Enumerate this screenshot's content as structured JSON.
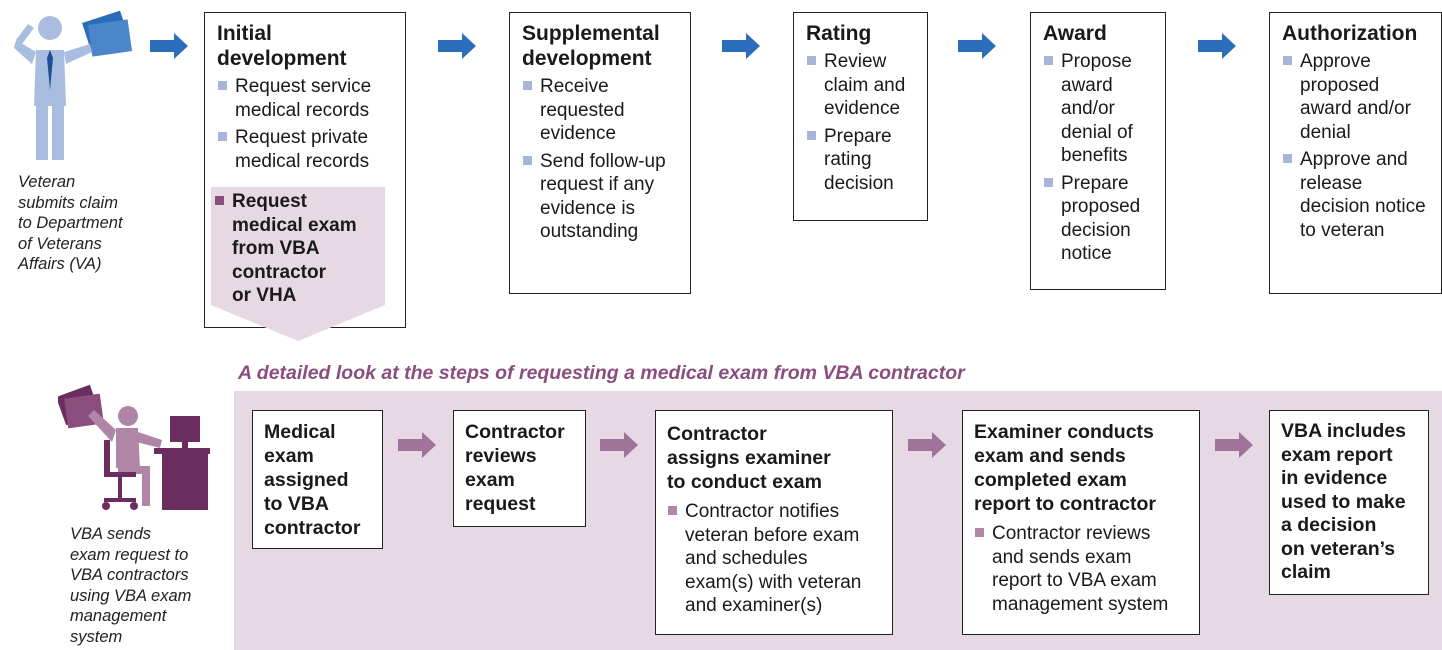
{
  "top": {
    "veteran_caption": [
      "Veteran",
      "submits claim",
      "to Department",
      "of Veterans",
      "Affairs (VA)"
    ],
    "steps": [
      {
        "title": "Initial development",
        "bullets": [
          "Request service medical records",
          "Request private medical records"
        ],
        "highlight": [
          "Request",
          "medical exam",
          "from VBA",
          "contractor",
          "or VHA"
        ]
      },
      {
        "title": "Supplemental development",
        "bullets": [
          "Receive requested evidence",
          "Send follow-up request if any evidence is outstanding"
        ]
      },
      {
        "title": "Rating",
        "bullets": [
          "Review claim and evidence",
          "Prepare rating decision"
        ]
      },
      {
        "title": "Award",
        "bullets": [
          "Propose award and/or denial of benefits",
          "Prepare proposed decision notice"
        ]
      },
      {
        "title": "Authorization",
        "bullets": [
          "Approve proposed award and/or denial",
          "Approve and release decision notice to veteran"
        ]
      }
    ]
  },
  "detail": {
    "heading": "A detailed look at the steps of requesting a medical exam from VBA contractor",
    "vba_caption": [
      "VBA sends",
      "exam request to",
      "VBA contractors",
      "using VBA exam",
      "management",
      "system"
    ],
    "steps": [
      {
        "title": [
          "Medical",
          "exam",
          "assigned",
          "to VBA",
          "contractor"
        ]
      },
      {
        "title": [
          "Contractor",
          "reviews",
          "exam",
          "request"
        ]
      },
      {
        "title": [
          "Contractor",
          "assigns examiner",
          "to conduct exam"
        ],
        "bullet": [
          "Contractor notifies",
          "veteran before exam",
          "and schedules",
          "exam(s) with veteran",
          "and examiner(s)"
        ]
      },
      {
        "title": [
          "Examiner conducts",
          "exam and sends",
          "completed exam",
          "report to contractor"
        ],
        "bullet": [
          "Contractor reviews",
          "and sends exam",
          "report to VBA exam",
          "management system"
        ]
      },
      {
        "title": [
          "VBA includes",
          "exam report",
          "in evidence",
          "used to make",
          "a decision",
          "on veteran’s",
          "claim"
        ]
      }
    ]
  },
  "colors": {
    "blue_arrow": "#2a6ebb",
    "purple_arrow": "#a0749a",
    "band": "#e6d9e3",
    "icon_blue": "#a9bde0",
    "icon_purple": "#6b2c5f"
  }
}
